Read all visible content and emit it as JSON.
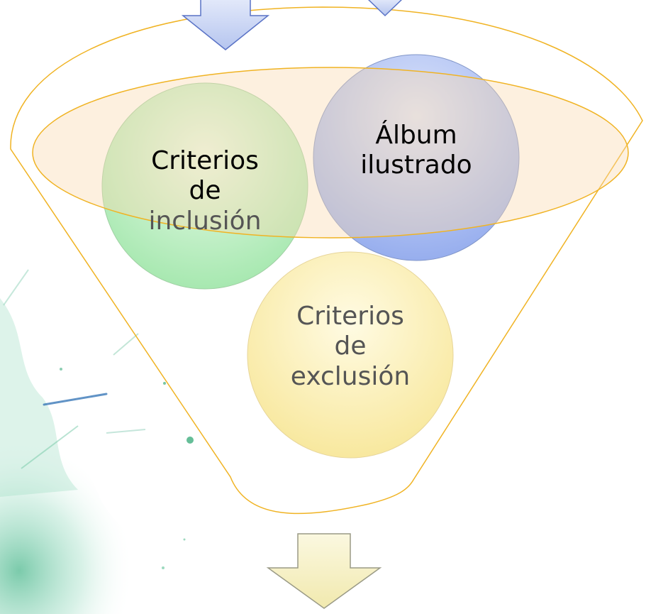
{
  "diagram": {
    "circles": {
      "inclusion": {
        "lines": [
          "Criterios",
          "de",
          "inclusión"
        ],
        "text_colors": [
          "#000000",
          "#000000",
          "#555555"
        ]
      },
      "album": {
        "lines": [
          "Álbum",
          "ilustrado"
        ],
        "text_colors": [
          "#000000",
          "#000000"
        ]
      },
      "exclusion": {
        "lines": [
          "Criterios",
          "de",
          "exclusión"
        ],
        "text_colors": [
          "#555555",
          "#555555",
          "#555555"
        ]
      }
    },
    "colors": {
      "funnel_stroke": "#F0B323",
      "ellipse_fill": "#FBE7CF",
      "arrow_in_fill": "#C8D4F4",
      "arrow_in_stroke": "#5A73C6",
      "arrow_out_fill": "#F7F1C6",
      "arrow_out_stroke": "#9A9A86",
      "inclusion_fill": "#BDEFC0",
      "album_fill": "#AFC0F2",
      "exclusion_fill": "#FBEFB5",
      "splash": "#6FC9A3"
    }
  }
}
